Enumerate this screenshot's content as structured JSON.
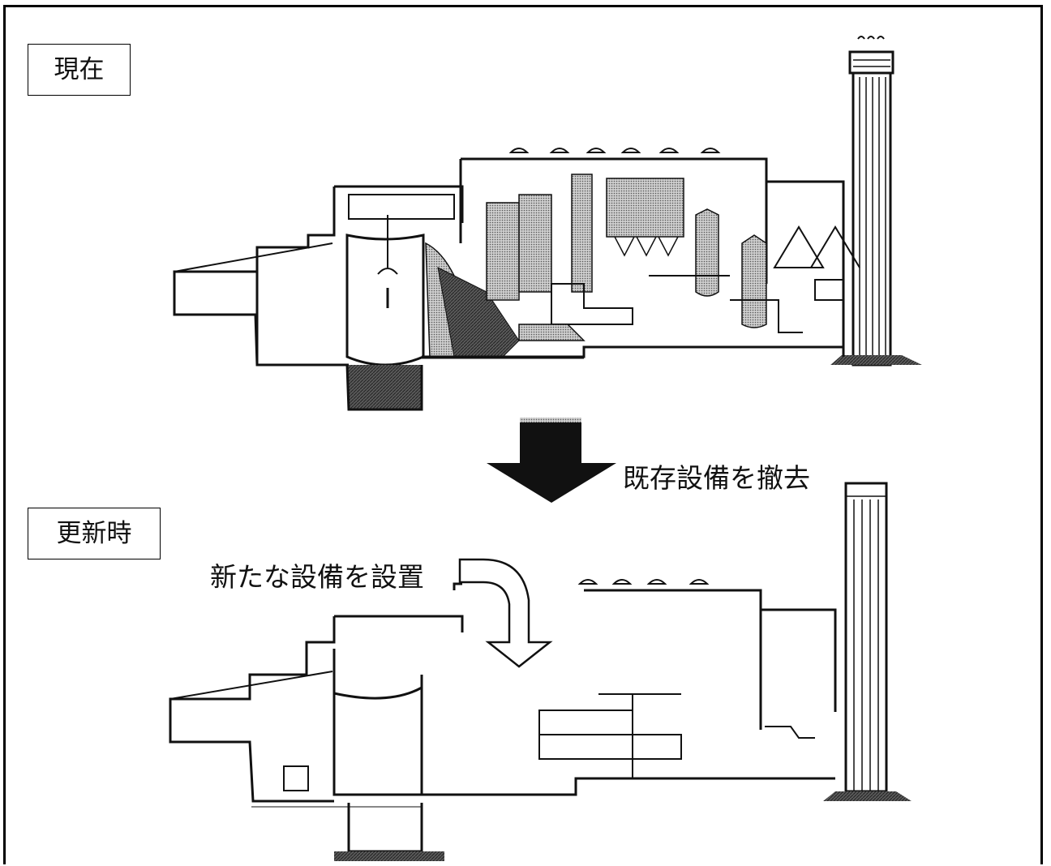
{
  "labels": {
    "current": "現在",
    "renewal": "更新時"
  },
  "captions": {
    "remove_existing": "既存設備を撤去",
    "install_new": "新たな設備を設置"
  },
  "colors": {
    "line": "#111111",
    "fill_dark": "#3a3a3a",
    "fill_equipment": "#9a9a9a",
    "background": "#ffffff"
  },
  "icons": {
    "down_arrow": "solid-down-arrow",
    "curved_arrow": "outlined-curved-arrow"
  }
}
